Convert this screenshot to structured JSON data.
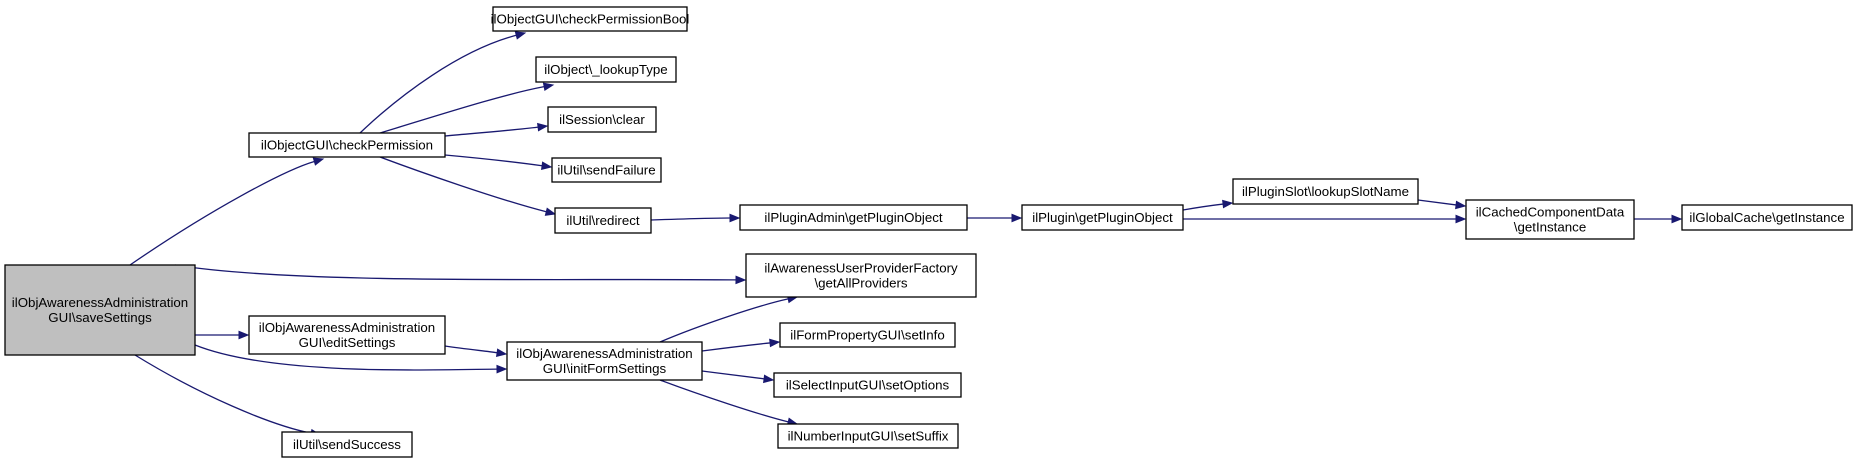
{
  "colors": {
    "edge": "#191970",
    "node_border": "#000000",
    "root_fill": "#bfbfbf",
    "node_fill": "#ffffff",
    "background": "#ffffff"
  },
  "nodes": {
    "save_settings": [
      "ilObjAwarenessAdministration",
      "GUI\\saveSettings"
    ],
    "check_permission": [
      "ilObjectGUI\\checkPermission"
    ],
    "edit_settings": [
      "ilObjAwarenessAdministration",
      "GUI\\editSettings"
    ],
    "init_form_settings": [
      "ilObjAwarenessAdministration",
      "GUI\\initFormSettings"
    ],
    "send_success": [
      "ilUtil\\sendSuccess"
    ],
    "check_permission_bool": [
      "ilObjectGUI\\checkPermissionBool"
    ],
    "lookup_type": [
      "ilObject\\_lookupType"
    ],
    "session_clear": [
      "ilSession\\clear"
    ],
    "send_failure": [
      "ilUtil\\sendFailure"
    ],
    "redirect": [
      "ilUtil\\redirect"
    ],
    "get_all_providers": [
      "ilAwarenessUserProviderFactory",
      "\\getAllProviders"
    ],
    "set_info": [
      "ilFormPropertyGUI\\setInfo"
    ],
    "set_options": [
      "ilSelectInputGUI\\setOptions"
    ],
    "set_suffix": [
      "ilNumberInputGUI\\setSuffix"
    ],
    "plugin_admin_get_plugin_object": [
      "ilPluginAdmin\\getPluginObject"
    ],
    "plugin_get_plugin_object": [
      "ilPlugin\\getPluginObject"
    ],
    "lookup_slot_name": [
      "ilPluginSlot\\lookupSlotName"
    ],
    "cached_component_get_instance": [
      "ilCachedComponentData",
      "\\getInstance"
    ],
    "global_cache_get_instance": [
      "ilGlobalCache\\getInstance"
    ]
  },
  "edges": [
    [
      "save_settings",
      "check_permission"
    ],
    [
      "save_settings",
      "get_all_providers"
    ],
    [
      "save_settings",
      "edit_settings"
    ],
    [
      "save_settings",
      "init_form_settings"
    ],
    [
      "save_settings",
      "send_success"
    ],
    [
      "check_permission",
      "check_permission_bool"
    ],
    [
      "check_permission",
      "lookup_type"
    ],
    [
      "check_permission",
      "session_clear"
    ],
    [
      "check_permission",
      "send_failure"
    ],
    [
      "check_permission",
      "redirect"
    ],
    [
      "redirect",
      "plugin_admin_get_plugin_object"
    ],
    [
      "plugin_admin_get_plugin_object",
      "plugin_get_plugin_object"
    ],
    [
      "plugin_get_plugin_object",
      "lookup_slot_name"
    ],
    [
      "plugin_get_plugin_object",
      "cached_component_get_instance"
    ],
    [
      "lookup_slot_name",
      "cached_component_get_instance"
    ],
    [
      "cached_component_get_instance",
      "global_cache_get_instance"
    ],
    [
      "edit_settings",
      "init_form_settings"
    ],
    [
      "init_form_settings",
      "get_all_providers"
    ],
    [
      "init_form_settings",
      "set_info"
    ],
    [
      "init_form_settings",
      "set_options"
    ],
    [
      "init_form_settings",
      "set_suffix"
    ]
  ]
}
